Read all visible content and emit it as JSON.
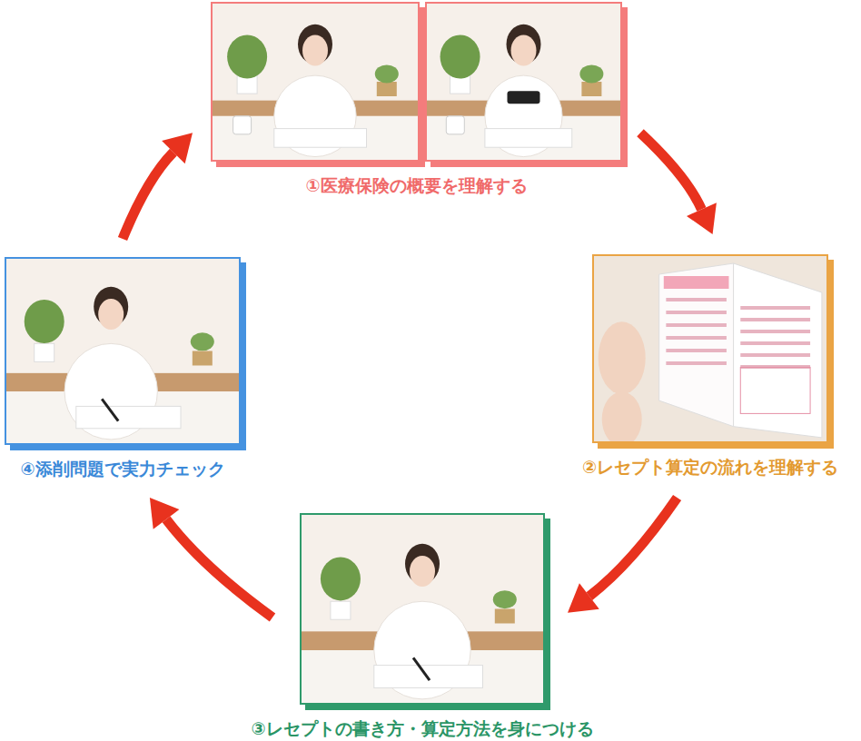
{
  "diagram": {
    "nodes": [
      {
        "text": [
          "①医療保険の概要を理解する"
        ]
      },
      {
        "text": [
          "②レセプト算定の流れを理解する"
        ]
      },
      {
        "text": [
          "③レセプトの書き方・算定方法を身につける"
        ]
      },
      {
        "text": [
          "④添削問題で実力チェック"
        ]
      }
    ],
    "edges": [
      {
        "from": 0,
        "to": 1,
        "arrow": "to"
      },
      {
        "from": 1,
        "to": 2,
        "arrow": "to"
      },
      {
        "from": 2,
        "to": 3,
        "arrow": "to"
      },
      {
        "from": 3,
        "to": 0,
        "arrow": "to"
      }
    ]
  }
}
